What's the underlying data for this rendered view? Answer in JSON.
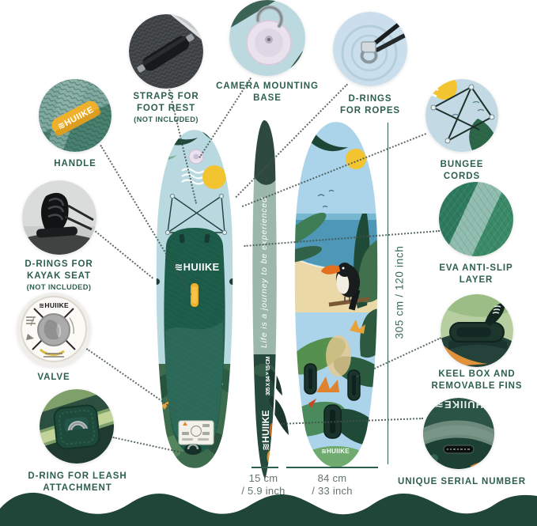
{
  "brand": "HUIIKE",
  "logo_mark": "≋",
  "callouts": {
    "straps": {
      "label": "STRAPS FOR FOOT REST",
      "note": "(NOT INCLUDED)"
    },
    "camera": {
      "label": "CAMERA MOUNTING BASE"
    },
    "ropes": {
      "label": "D-RINGS FOR ROPES"
    },
    "handle": {
      "label": "HANDLE"
    },
    "kayak": {
      "label": "D-RINGS FOR KAYAK SEAT",
      "note": "(NOT INCLUDED)"
    },
    "valve": {
      "label": "VALVE"
    },
    "leash": {
      "label": "D-RING FOR LEASH ATTACHMENT"
    },
    "bungee": {
      "label": "BUNGEE CORDS"
    },
    "eva": {
      "label": "EVA ANTI-SLIP LAYER"
    },
    "keel": {
      "label": "KEEL BOX AND REMOVABLE FINS"
    },
    "serial": {
      "label": "UNIQUE SERIAL NUMBER"
    }
  },
  "dimensions": {
    "length_vertical": "305 cm / 120 inch",
    "thickness": {
      "line1": "15 cm",
      "line2": "/ 5.9 inch"
    },
    "width": {
      "line1": "84 cm",
      "line2": "/ 33 inch"
    }
  },
  "board": {
    "deck_logo": "≋HUIIKE",
    "bottom_logo": "≋HUIIKE",
    "side_quote": "Life is a journey to be experienced",
    "side_dims": "305 X 84 X 15 CM",
    "side_logo": "≋HUIIKE",
    "handle_text": "≋HUIIKE",
    "valve_text": "≋HUIIKE",
    "serial_text": "HUIIKE≋"
  },
  "colors": {
    "label_text": "#2d5f50",
    "dimension_text": "#64736d",
    "wave_band": "#1f4638",
    "deck_green": "#1d5b49",
    "sun_yellow": "#f2c430",
    "handle_yellow": "#efb02c",
    "sky_blue": "#abd3ea",
    "nose_blue": "#b9d9e1",
    "rail_sage": "#9cb8ac"
  }
}
